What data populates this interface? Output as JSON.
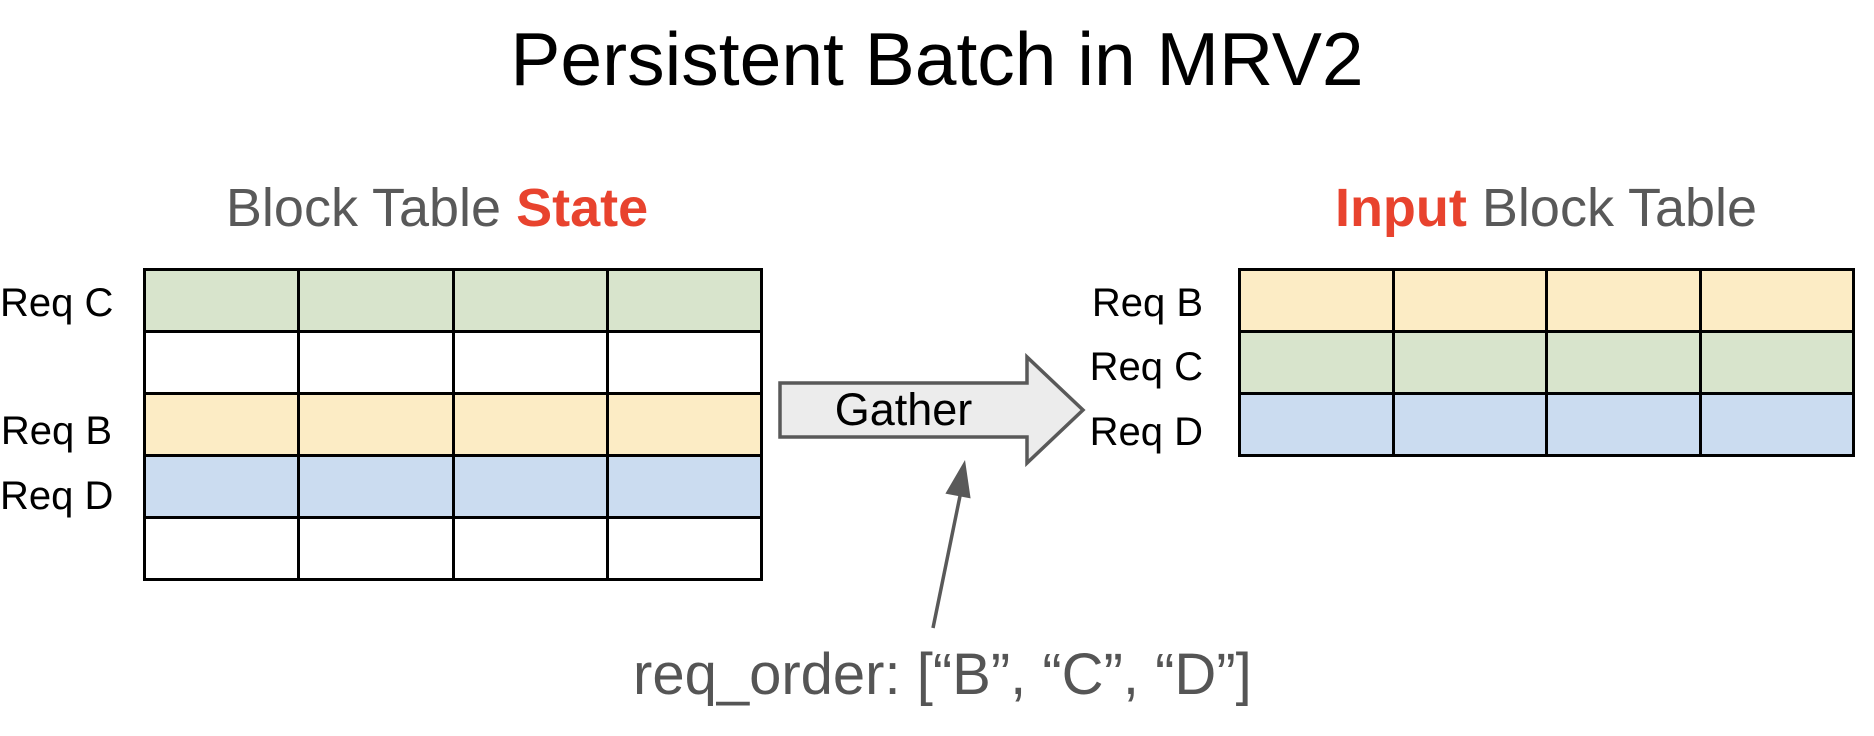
{
  "title": "Persistent Batch in MRV2",
  "left_panel": {
    "heading_prefix": "Block Table ",
    "heading_highlight": "State",
    "columns": 4,
    "rows": [
      {
        "label": "Req C",
        "fill": "#d8e4cc"
      },
      {
        "label": "",
        "fill": "#ffffff"
      },
      {
        "label": "Req B",
        "fill": "#fcecc5"
      },
      {
        "label": "Req D",
        "fill": "#cbdcf0"
      },
      {
        "label": "",
        "fill": "#ffffff"
      }
    ]
  },
  "right_panel": {
    "heading_highlight": "Input",
    "heading_suffix": " Block Table",
    "columns": 4,
    "rows": [
      {
        "label": "Req B",
        "fill": "#fcecc5"
      },
      {
        "label": "Req C",
        "fill": "#d8e4cc"
      },
      {
        "label": "Req D",
        "fill": "#cbdcf0"
      }
    ]
  },
  "gather": {
    "label": "Gather"
  },
  "annotation": {
    "text": "req_order: [“B”, “C”, “D”]"
  },
  "colors": {
    "heading_gray": "#595959",
    "highlight_red": "#e8432e",
    "table_border": "#000000",
    "green": "#d8e4cc",
    "yellow": "#fcecc5",
    "blue": "#cbdcf0",
    "gather_fill": "#ececec",
    "gather_stroke": "#595959",
    "annotation_gray": "#555555"
  }
}
